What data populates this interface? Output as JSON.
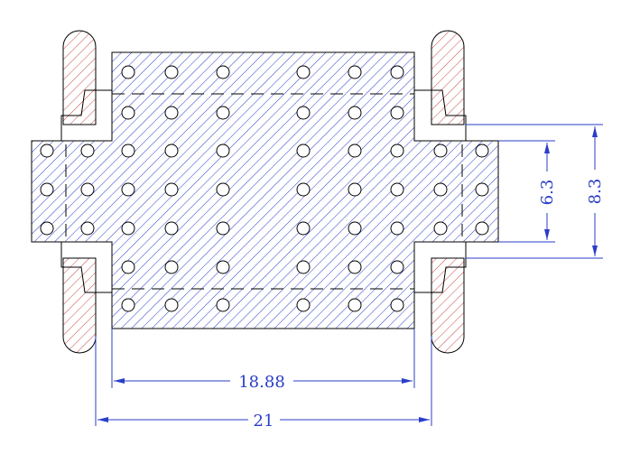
{
  "dimensions": {
    "inner_width": "18.88",
    "outer_width": "21",
    "center_height": "6.3",
    "pad_span_height": "8.3"
  },
  "colors": {
    "outline": "#000000",
    "hatch_blue": "#2a3ec8",
    "hatch_red": "#c84a4a",
    "dimension": "#2a3ec8",
    "background": "#ffffff"
  }
}
